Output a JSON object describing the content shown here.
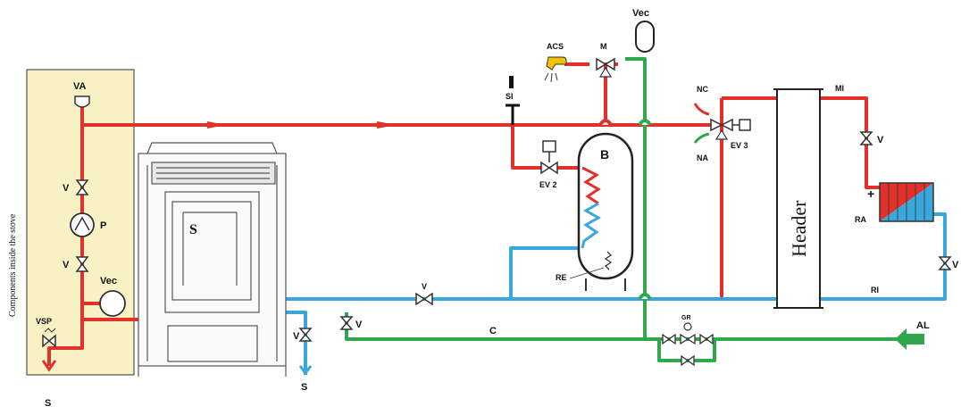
{
  "colors": {
    "flow": "#e2302a",
    "return": "#3aa7dc",
    "cold": "#2ea84a",
    "panel": "#f7f1c4",
    "outline": "#333333",
    "acs_yellow": "#f2c200"
  },
  "labels": {
    "side_caption": "Components inside the stove",
    "va": "VA",
    "v": "V",
    "p": "P",
    "vec": "Vec",
    "vsp": "VSP",
    "s": "S",
    "stove_s": "S",
    "acs": "ACS",
    "m": "M",
    "si": "SI",
    "ev2": "EV 2",
    "b": "B",
    "re": "RE",
    "nc": "NC",
    "na": "NA",
    "ev3": "EV 3",
    "header": "Header",
    "mi": "MI",
    "ra": "RA",
    "ri": "RI",
    "c": "C",
    "al": "AL",
    "gr": "GR",
    "plus": "+"
  }
}
